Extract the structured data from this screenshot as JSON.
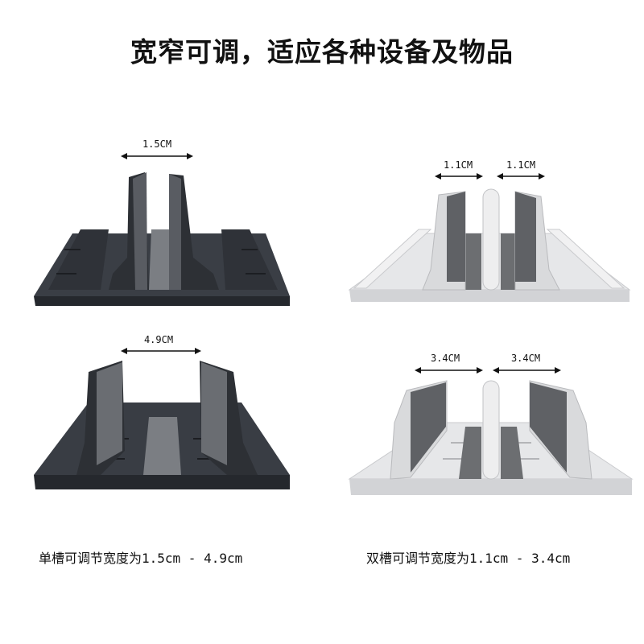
{
  "title": "宽窄可调，适应各种设备及物品",
  "colors": {
    "dark": "#34383f",
    "dark_slot": "#7b7e83",
    "silver": "#e6e7e9",
    "silver_slot": "#6c6e71"
  },
  "measurements": {
    "dark_top": "1.5CM",
    "silver_top_left": "1.1CM",
    "silver_top_right": "1.1CM",
    "dark_bottom": "4.9CM",
    "silver_bottom_left": "3.4CM",
    "silver_bottom_right": "3.4CM"
  },
  "captions": {
    "single": "单槽可调节宽度为1.5cm - 4.9cm",
    "double": "双槽可调节宽度为1.1cm - 3.4cm"
  }
}
